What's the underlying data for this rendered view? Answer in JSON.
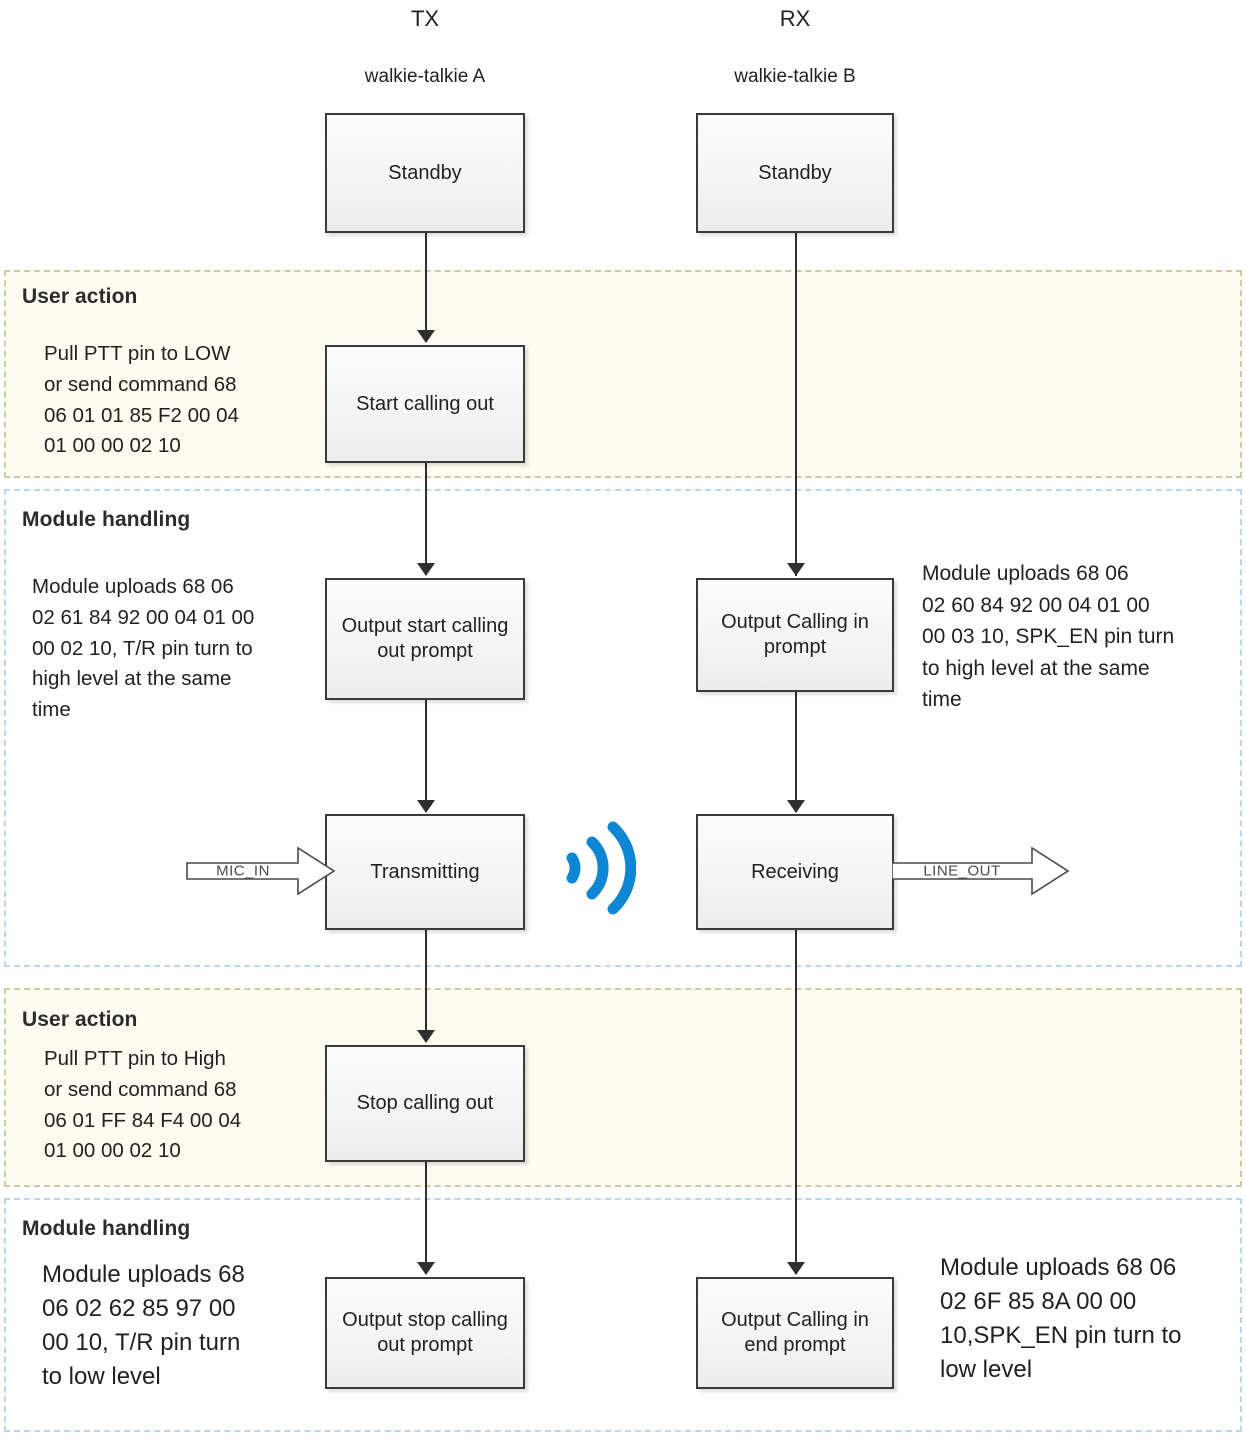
{
  "columns": [
    {
      "id": "tx",
      "title": "TX",
      "subtitle": "walkie-talkie A"
    },
    {
      "id": "rx",
      "title": "RX",
      "subtitle": "walkie-talkie B"
    }
  ],
  "bands": [
    {
      "id": "user-action-1",
      "title": "User action"
    },
    {
      "id": "module-handling-1",
      "title": "Module handling"
    },
    {
      "id": "user-action-2",
      "title": "User action"
    },
    {
      "id": "module-handling-2",
      "title": "Module handling"
    }
  ],
  "boxes": {
    "tx_standby": "Standby",
    "rx_standby": "Standby",
    "tx_start_call": "Start calling out",
    "tx_output_start": "Output start calling out prompt",
    "rx_output_calling": "Output Calling in  prompt",
    "tx_transmitting": "Transmitting",
    "rx_receiving": "Receiving",
    "tx_stop_call": "Stop calling out",
    "tx_output_stop": "Output stop calling out prompt",
    "rx_output_end": "Output Calling in end prompt"
  },
  "notes": {
    "user_action_1": "Pull PTT pin to LOW\nor send command 68\n06 01 01 85 F2 00 04\n01 00 00 02 10",
    "module_handling_1_left": "Module uploads 68 06\n02 61 84 92 00 04 01 00\n00 02 10, T/R pin turn to\nhigh level at the same\ntime",
    "module_handling_1_right": "Module uploads   68 06\n02 60 84 92 00 04 01 00\n00 03 10, SPK_EN pin turn\nto high level at the same\ntime",
    "user_action_2": "Pull PTT pin to High\nor send command 68\n06 01 FF 84 F4 00 04\n01 00 00 02 10",
    "module_handling_2_left": "Module uploads 68\n06  02  62  85  97  00\n00  10, T/R pin turn\nto low level",
    "module_handling_2_right": "Module uploads 68 06\n02  6F  85  8A  00  00\n10,SPK_EN pin turn to\nlow level"
  },
  "signals": {
    "mic_in": "MIC_IN",
    "line_out": "LINE_OUT"
  },
  "icons": {
    "wireless": "wireless-signal-icon"
  },
  "colors": {
    "wireless_blue": "#0e86d4",
    "user_action_border": "#cfc9a8",
    "user_action_fill": "#fdfbf2",
    "module_handling_border": "#b9d8ef",
    "module_handling_fill": "#ffffff",
    "box_border": "#3a3a3a",
    "connector": "#2f2f2f"
  }
}
